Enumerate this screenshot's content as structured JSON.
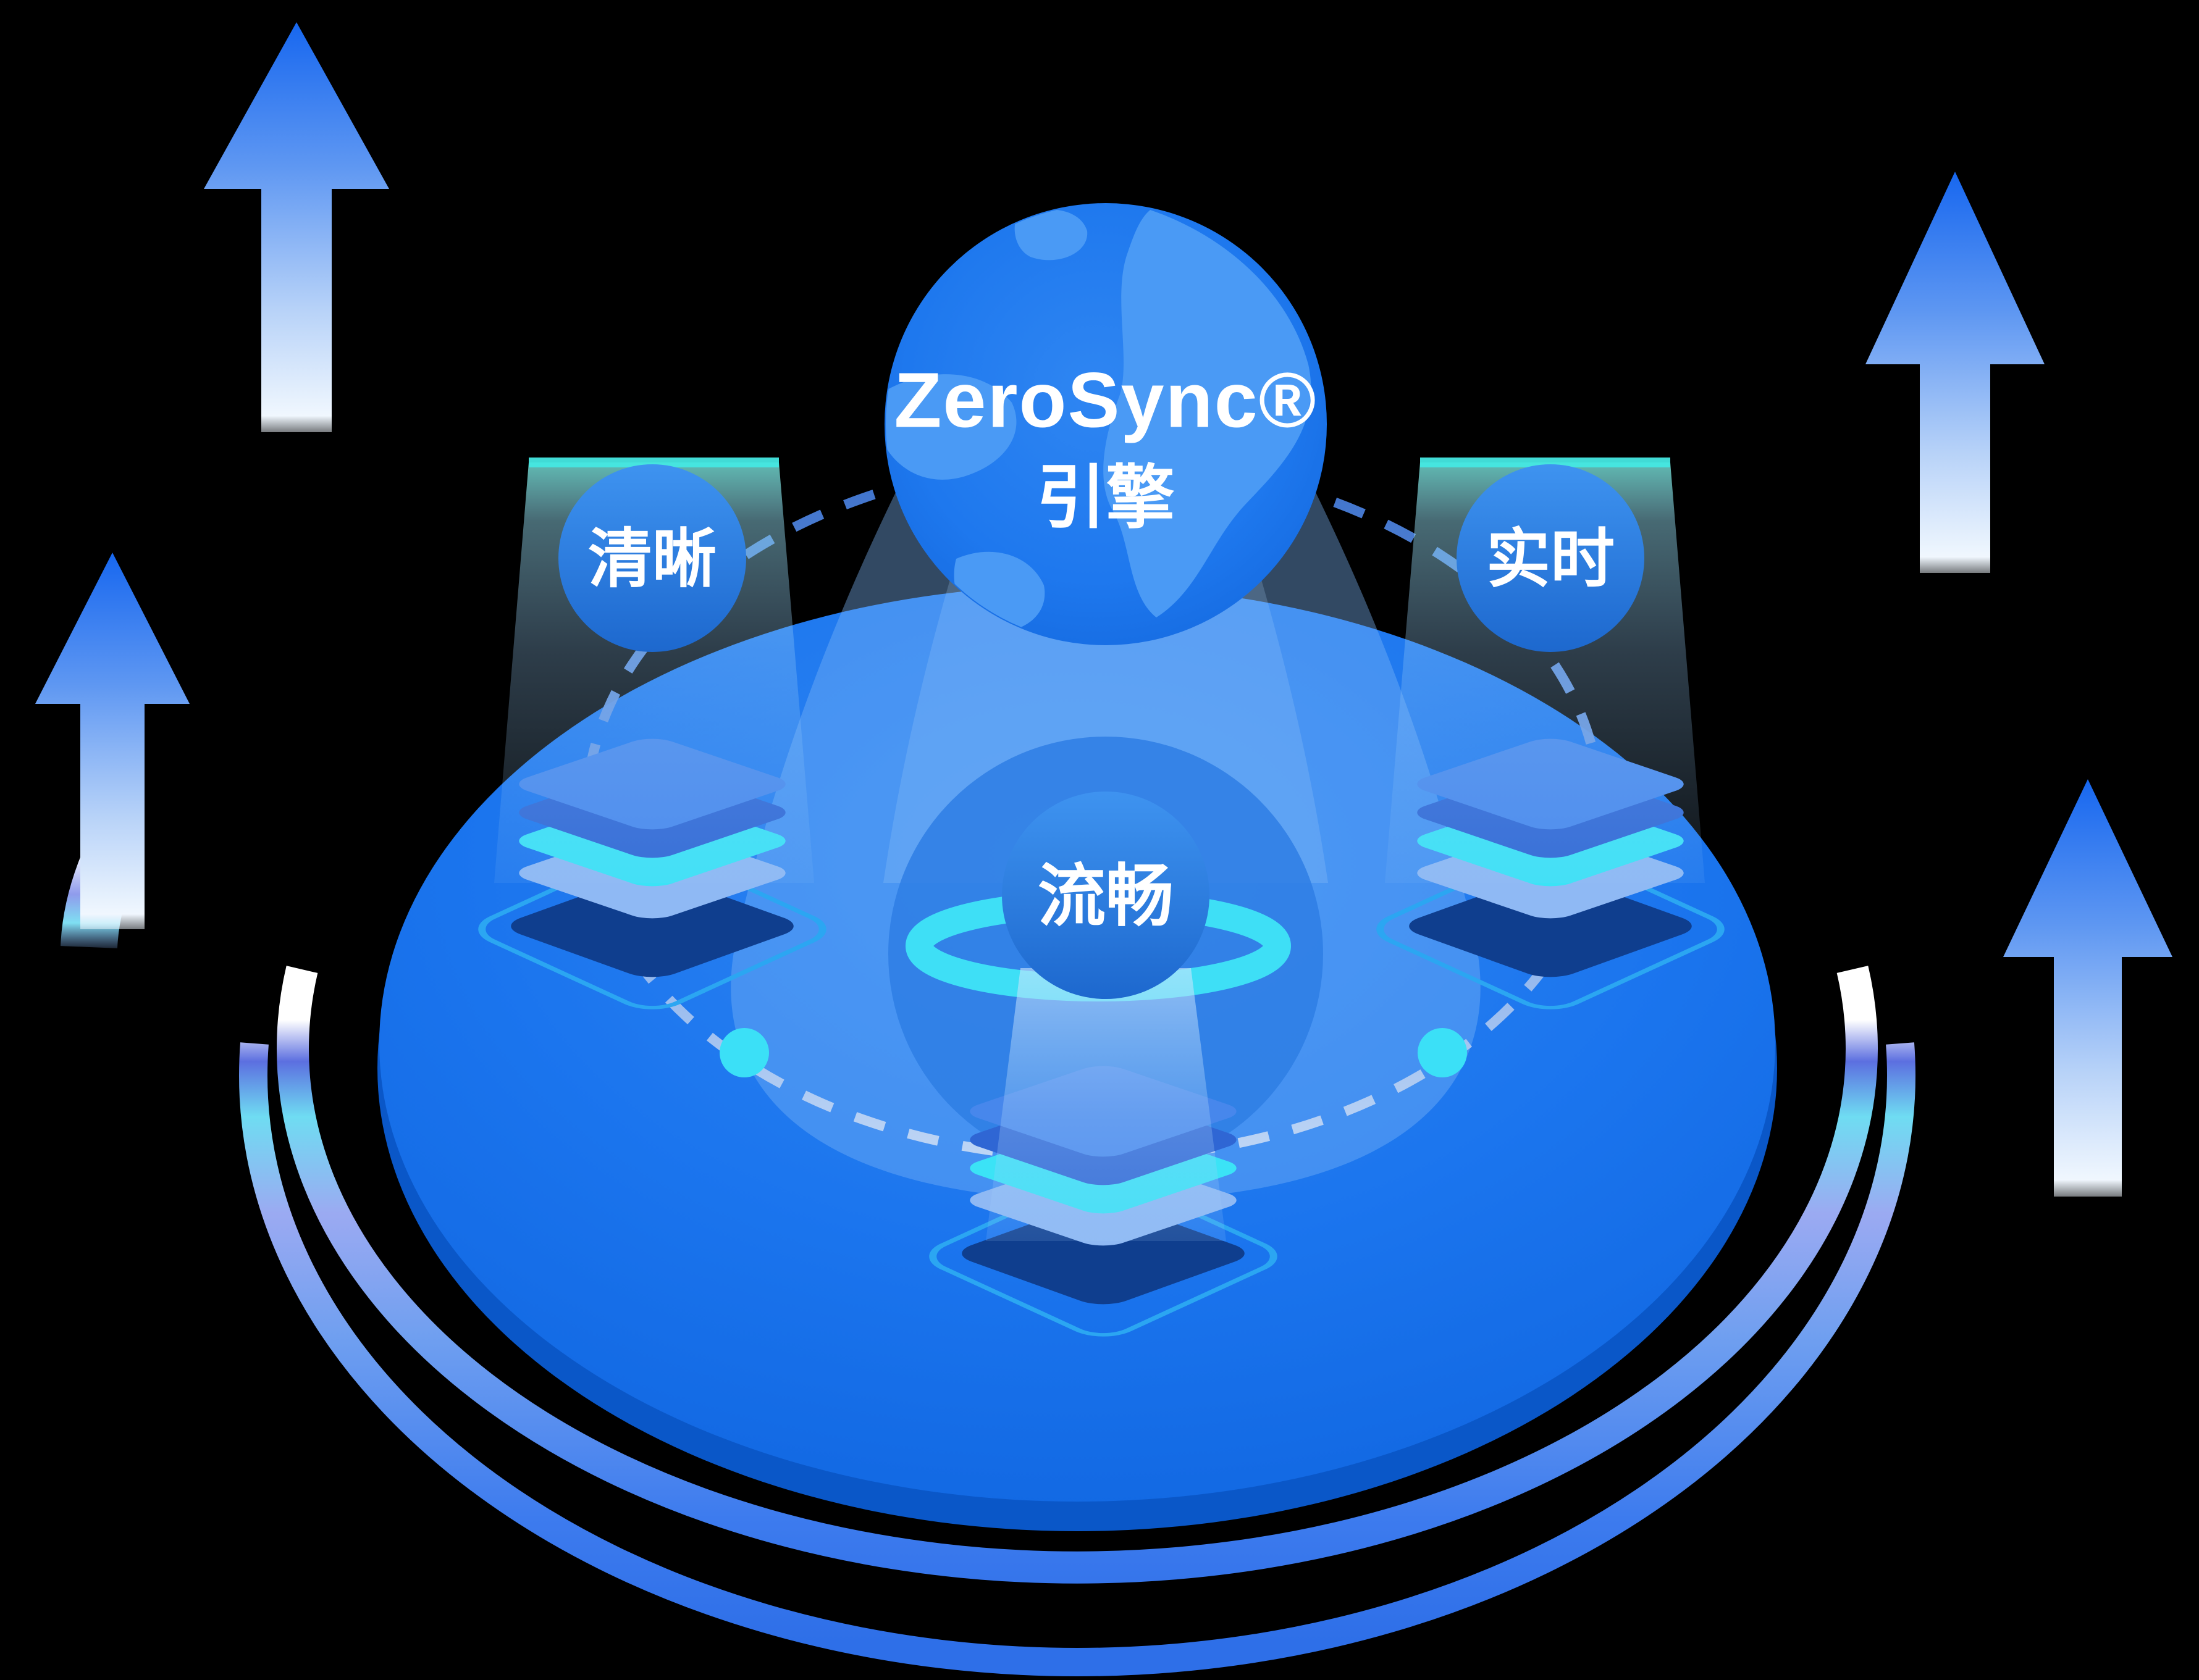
{
  "illustration": {
    "globe": {
      "title": "ZeroSync®",
      "subtitle": "引擎"
    },
    "badges": {
      "left": "清晰",
      "right": "实时",
      "bottom": "流畅"
    },
    "icons": {
      "arrows": "growth-arrow-up",
      "orbit": "dashed-orbit-ellipse",
      "node_dot": "cyan-orbit-node"
    },
    "colors": {
      "background": "#000000",
      "disc": "#1371EC",
      "disc_rim": "#0A57C8",
      "shield": "#7EB6F8",
      "ring": "#3EDFF6",
      "dot": "#3BE0F7",
      "beam_edge": "#45E7E2",
      "pedestal_top": "#4787EC",
      "pedestal_side": "#2F66D4",
      "pedestal_cyan": "#3BE3F6",
      "pedestal_cyan_side": "#8FB9F4",
      "pedestal_dark": "#0F3E8E",
      "pedestal_outline": "#2BA6F2",
      "globe_base": "#1E78EE",
      "continent": "#4A9AF5",
      "badge_top": "#3E93F0",
      "badge_bottom": "#1D68CE",
      "arrow_blue": "#1767EF",
      "dash_line": "#4C80DF"
    }
  }
}
